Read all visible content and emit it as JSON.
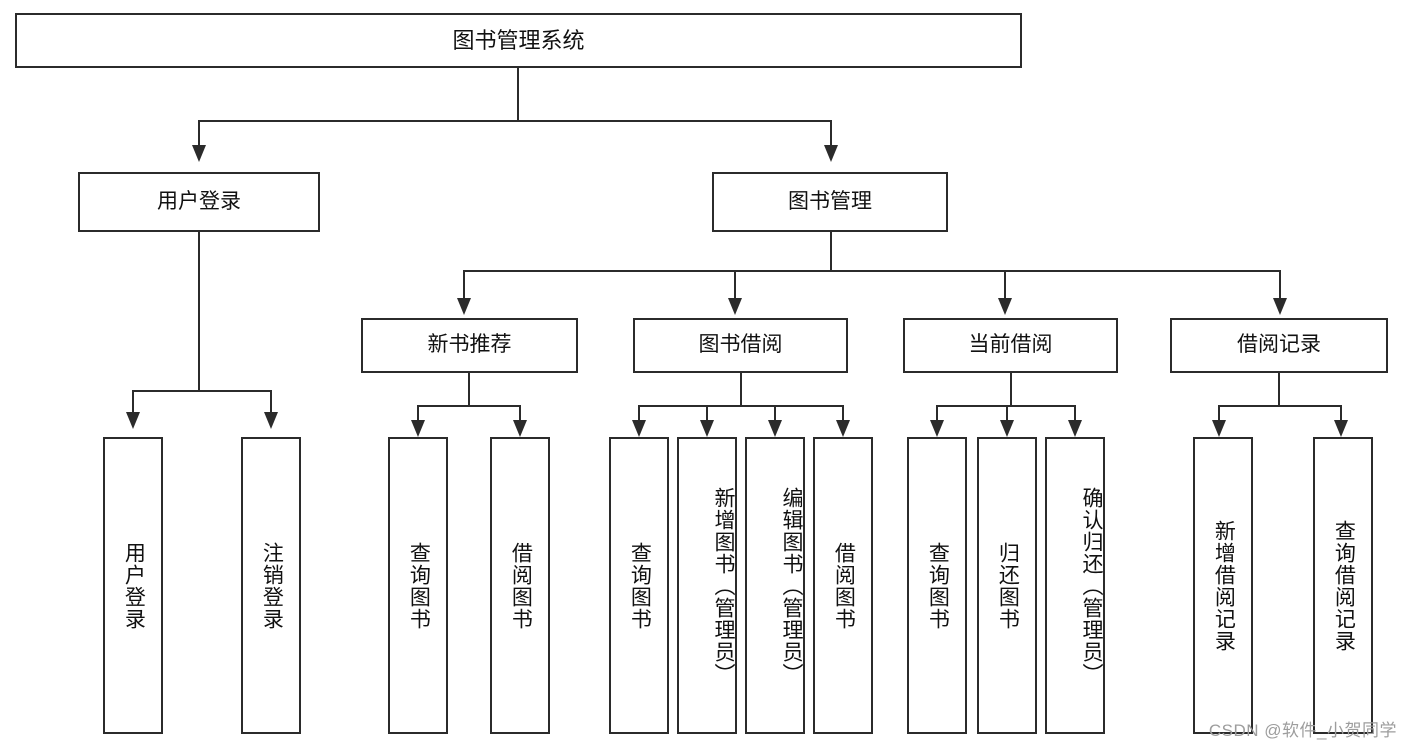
{
  "diagram": {
    "title": "图书管理系统",
    "type": "tree",
    "root": {
      "label": "图书管理系统"
    },
    "level1": [
      {
        "label": "用户登录"
      },
      {
        "label": "图书管理"
      }
    ],
    "level2": [
      {
        "label": "新书推荐"
      },
      {
        "label": "图书借阅"
      },
      {
        "label": "当前借阅"
      },
      {
        "label": "借阅记录"
      }
    ],
    "leaves": {
      "user_login": [
        {
          "label": "用户登录"
        },
        {
          "label": "注销登录"
        }
      ],
      "new_book_recommend": [
        {
          "label": "查询图书"
        },
        {
          "label": "借阅图书"
        }
      ],
      "book_borrow": [
        {
          "label": "查询图书"
        },
        {
          "label": "新增图书（管理员）"
        },
        {
          "label": "编辑图书（管理员）"
        },
        {
          "label": "借阅图书"
        }
      ],
      "current_borrow": [
        {
          "label": "查询图书"
        },
        {
          "label": "归还图书"
        },
        {
          "label": "确认归还（管理员）"
        }
      ],
      "borrow_records": [
        {
          "label": "新增借阅记录"
        },
        {
          "label": "查询借阅记录"
        }
      ]
    }
  },
  "watermark": {
    "text": "CSDN @软件_小贺同学"
  },
  "colors": {
    "stroke": "#2b2b2b",
    "fill": "#ffffff",
    "text": "#111111",
    "watermark": "#9d9d9d"
  }
}
